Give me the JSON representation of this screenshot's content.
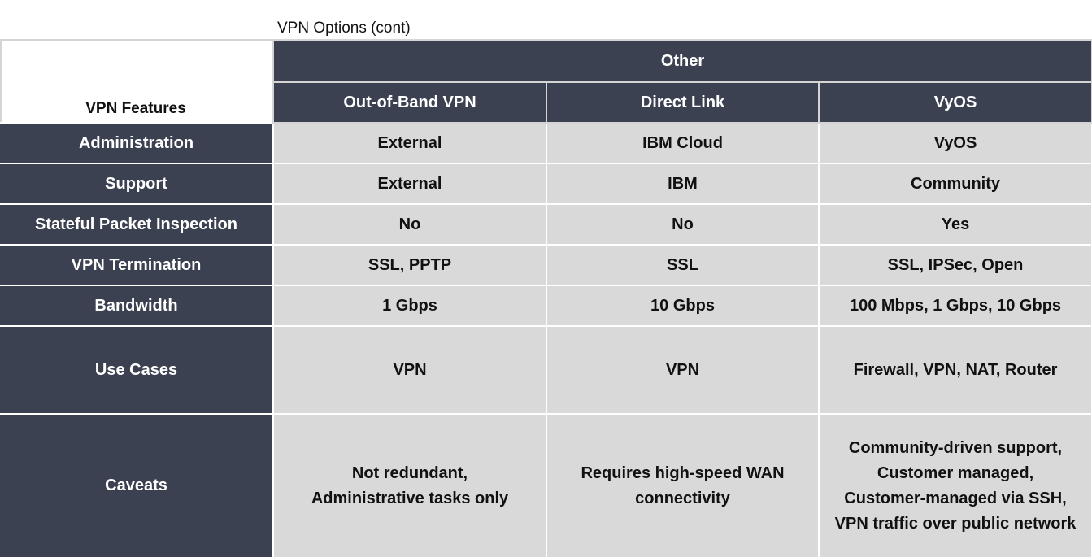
{
  "caption": "VPN Options (cont)",
  "corner_label": "VPN Features",
  "group_header": "Other",
  "columns": [
    "Out-of-Band VPN",
    "Direct Link",
    "VyOS"
  ],
  "rows": [
    {
      "feature": "Administration",
      "values": [
        "External",
        "IBM Cloud",
        "VyOS"
      ]
    },
    {
      "feature": "Support",
      "values": [
        "External",
        "IBM",
        "Community"
      ]
    },
    {
      "feature": "Stateful Packet Inspection",
      "values": [
        "No",
        "No",
        "Yes"
      ]
    },
    {
      "feature": "VPN Termination",
      "values": [
        "SSL, PPTP",
        "SSL",
        "SSL, IPSec, Open"
      ]
    },
    {
      "feature": "Bandwidth",
      "values": [
        "1 Gbps",
        "10 Gbps",
        "100 Mbps, 1 Gbps, 10 Gbps"
      ]
    },
    {
      "feature": "Use Cases",
      "values": [
        "VPN",
        "VPN",
        "Firewall, VPN, NAT, Router"
      ]
    },
    {
      "feature": "Caveats",
      "values": [
        [
          "Not redundant,",
          "Administrative tasks only"
        ],
        [
          "Requires high-speed WAN",
          "connectivity"
        ],
        [
          "Community-driven support,",
          "Customer managed,",
          "Customer-managed via SSH,",
          "VPN traffic over public network"
        ]
      ]
    }
  ]
}
